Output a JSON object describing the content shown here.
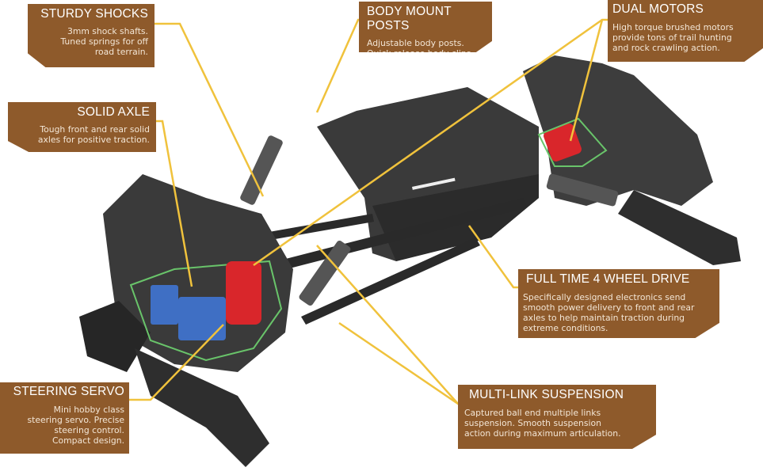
{
  "callouts": {
    "sturdy_shocks": {
      "title": "STURDY SHOCKS",
      "text": [
        "3mm shock shafts.",
        "Tuned springs for off",
        "road terrain."
      ]
    },
    "solid_axle": {
      "title": "SOLID AXLE",
      "text": [
        "Tough front and rear solid",
        "axles for positive traction."
      ]
    },
    "body_mount_posts": {
      "title": "BODY MOUNT POSTS",
      "text": [
        "Adjustable body posts.",
        "Quick release body clips."
      ]
    },
    "dual_motors": {
      "title": "DUAL MOTORS",
      "text": [
        "High torque brushed motors",
        "provide tons of trail hunting",
        "and rock crawling action."
      ]
    },
    "full_time_4wd": {
      "title": "FULL TIME 4 WHEEL DRIVE",
      "text": [
        "Specifically designed electronics send",
        "smooth power delivery to front and rear",
        "axles to help maintain traction during",
        "extreme conditions."
      ]
    },
    "multi_link": {
      "title": "MULTI-LINK SUSPENSION",
      "text": [
        "Captured ball end multiple links",
        "suspension. Smooth suspension",
        "action during maximum articulation."
      ]
    },
    "steering_servo": {
      "title": "STEERING SERVO",
      "text": [
        "Mini hobby class",
        "steering servo. Precise",
        "steering control.",
        "Compact design."
      ]
    }
  },
  "colors": {
    "box": "#8e5a2b",
    "leader": "#f0c23c",
    "chassis": "#3a3a3a",
    "motor": "#d9262b",
    "servo": "#3f6fc4"
  }
}
